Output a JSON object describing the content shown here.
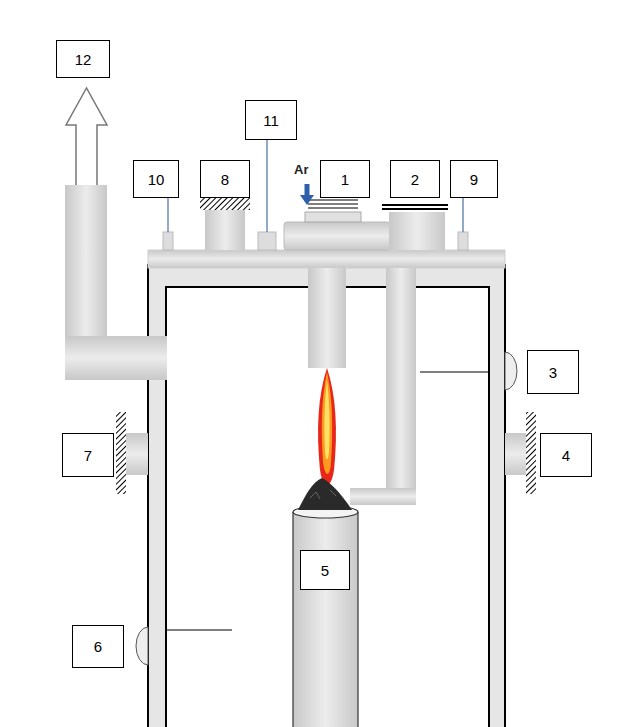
{
  "diagram": {
    "nodes": [
      {
        "text": [
          "12"
        ]
      },
      {
        "text": [
          "10"
        ]
      },
      {
        "text": [
          "8"
        ]
      },
      {
        "text": [
          "11"
        ]
      },
      {
        "text": [
          "1"
        ]
      },
      {
        "text": [
          "2"
        ]
      },
      {
        "text": [
          "9"
        ]
      },
      {
        "text": [
          "3"
        ]
      },
      {
        "text": [
          "7"
        ]
      },
      {
        "text": [
          "4"
        ]
      },
      {
        "text": [
          "5"
        ]
      },
      {
        "text": [
          "6"
        ]
      }
    ],
    "edges": [],
    "labels": [
      "Ar"
    ]
  }
}
